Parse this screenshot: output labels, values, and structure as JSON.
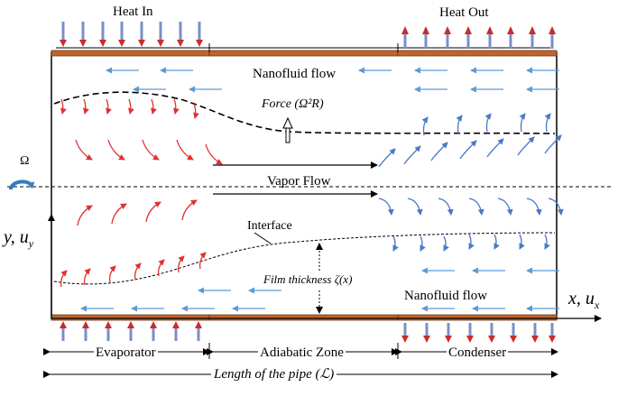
{
  "labels": {
    "heat_in": "Heat In",
    "heat_out": "Heat Out",
    "nanofluid_flow_top": "Nanofluid flow",
    "force": "Force (Ω²R)",
    "omega": "Ω",
    "vapor_flow": "Vapor Flow",
    "y_axis": "y, u",
    "y_axis_sub": "y",
    "interface": "Interface",
    "film_thickness": "Film thickness ζ(x)",
    "nanofluid_flow_bottom": "Nanofluid flow",
    "x_axis": "x, u",
    "x_axis_sub": "x",
    "evaporator": "Evaporator",
    "adiabatic_zone": "Adiabatic Zone",
    "condenser": "Condenser",
    "pipe_length": "Length of the pipe (ℒ)"
  },
  "colors": {
    "wall": "#c0642c",
    "heat_arrow": "#7a8fc9",
    "heat_arrow_head": "#cc2b2b",
    "evaporator_arrow": "#e03030",
    "condenser_arrow": "#4a78c8",
    "liquid_flow_arrow": "#5b9bd5"
  },
  "icons": [
    "rotation-arrow-icon",
    "heat-arrow-icon",
    "flow-arrow-icon"
  ]
}
